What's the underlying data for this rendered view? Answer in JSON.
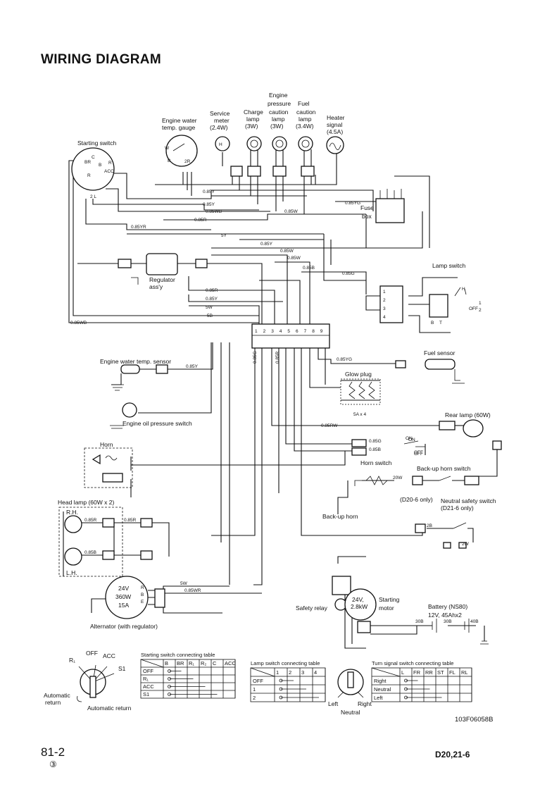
{
  "title": "WIRING DIAGRAM",
  "page_number": "81-2",
  "revision_mark": "③",
  "model_ref": "D20,21-6",
  "drawing_no": "103F06058B",
  "components": {
    "starting_switch": "Starting switch",
    "engine_water_temp_gauge": [
      "Engine water",
      "temp. gauge"
    ],
    "service_meter": [
      "Service",
      "meter",
      "(2.4W)"
    ],
    "charge_lamp": [
      "Charge",
      "lamp",
      "(3W)"
    ],
    "engine_pressure_lamp": [
      "Engine",
      "pressure",
      "caution",
      "lamp",
      "(3W)"
    ],
    "fuel_caution_lamp": [
      "Fuel",
      "caution",
      "lamp",
      "(3.4W)"
    ],
    "heater_signal": [
      "Heater",
      "signal",
      "(4.5A)"
    ],
    "fuse_box": [
      "Fuse",
      "box"
    ],
    "lamp_switch": "Lamp switch",
    "regulator": [
      "Regulator",
      "ass'y"
    ],
    "water_temp_sensor": "Engine water temp. sensor",
    "fuel_sensor": "Fuel sensor",
    "glow_plug": "Glow plug",
    "glow_plug_spec": "5A x 4",
    "oil_pressure_switch": "Engine oil pressure switch",
    "rear_lamp": "Rear lamp (60W)",
    "horn": "Horn",
    "horn_switch": "Horn switch",
    "backup_horn_switch": "Back-up horn switch",
    "backup_horn": "Back-up horn",
    "head_lamp": "Head lamp (60W x 2)",
    "rh": "R.H.",
    "lh": "L.H.",
    "neutral_switch_d20": "(D20-6 only)",
    "neutral_switch": [
      "Neutral safety switch",
      "(D21-6 only)"
    ],
    "alternator": [
      "24V",
      "360W",
      "15A"
    ],
    "alternator_label": "Alternator (with regulator)",
    "starting_motor": [
      "24V,",
      "2.8kW"
    ],
    "starting_motor_label": [
      "Starting",
      "motor"
    ],
    "safety_relay": "Safety relay",
    "battery": [
      "Battery (NS80)",
      "12V, 45Ahx2"
    ]
  },
  "wire_codes": [
    "0.85Y",
    "0.85Y",
    "0.85WB",
    "0.85YR",
    "0.85R",
    "5Y",
    "0.85Y",
    "0.85W",
    "0.85W",
    "0.85B",
    "0.85G",
    "0.85W",
    "0.85YG",
    "0.85R",
    "0.85Y",
    "5W",
    "5B",
    "0.85WB",
    "0.85RW",
    "0.85Y",
    "0.85YG",
    "0.85G",
    "0.85B",
    "0.85G",
    "0.85R",
    "0.85R",
    "0.85R",
    "0.85B",
    "5W",
    "0.85WR",
    "20W",
    "30B",
    "30B",
    "40B",
    "2W",
    "2B"
  ],
  "connector_pins": [
    "1",
    "2",
    "3",
    "4",
    "5",
    "6",
    "7",
    "8",
    "9"
  ],
  "switch_terminals": [
    "BR",
    "C",
    "B",
    "R1",
    "R2",
    "ACC",
    "BR",
    "ACC",
    "ON",
    "OFF",
    "OFF",
    "1",
    "2",
    "B",
    "T",
    "B",
    "R",
    "E",
    "I",
    "L",
    "S",
    "B"
  ],
  "starting_switch_diagram": {
    "positions": [
      "OFF",
      "ACC",
      "R₁",
      "S1"
    ],
    "labels": [
      "Automatic",
      "return",
      "Automatic return"
    ]
  },
  "starting_switch_table": {
    "title": "Starting switch connecting table",
    "columns": [
      "B",
      "BR",
      "R₁",
      "R₂",
      "C",
      "ACC"
    ],
    "rows": [
      "OFF",
      "R₁",
      "ACC",
      "S1"
    ]
  },
  "lamp_switch_table": {
    "title": "Lamp switch connecting table",
    "columns": [
      "1",
      "2",
      "3",
      "4"
    ],
    "rows": [
      "OFF",
      "1",
      "2"
    ]
  },
  "turn_lever_labels": [
    "Left",
    "Right",
    "Neutral"
  ],
  "turn_signal_table": {
    "title": "Turn signal switch connecting table",
    "columns": [
      "L",
      "FR",
      "RR",
      "ST",
      "FL",
      "RL"
    ],
    "rows": [
      "Right",
      "Neutral",
      "Left"
    ]
  }
}
